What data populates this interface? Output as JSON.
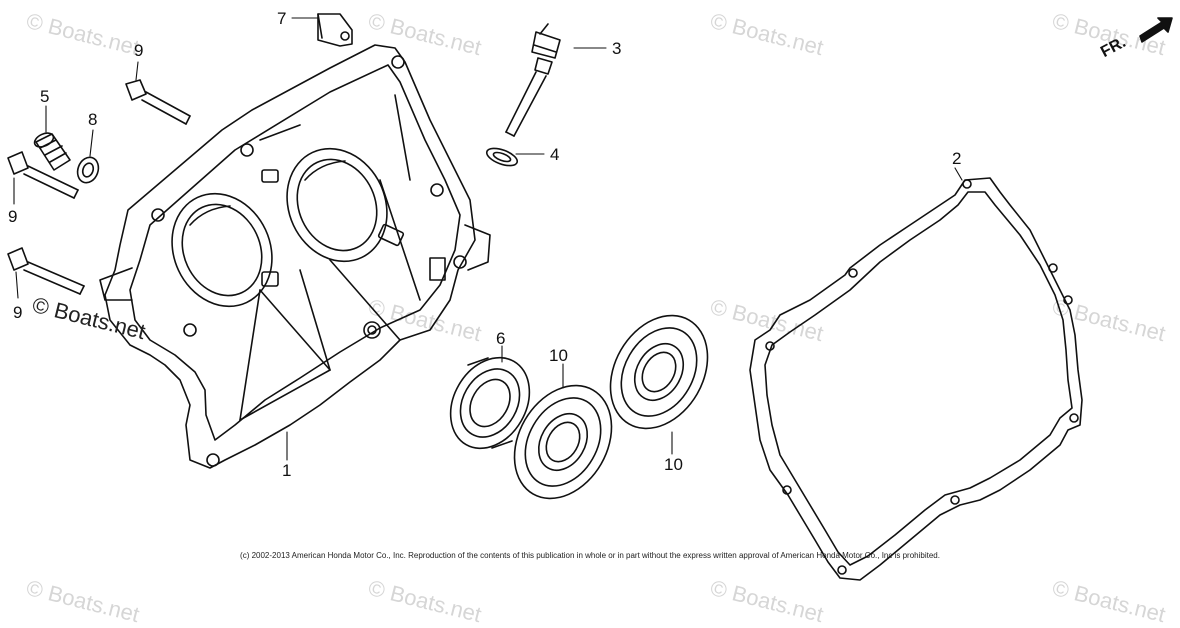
{
  "watermark": "© Boats.net",
  "direction_label": "FR.",
  "copyright": "(c) 2002-2013 American Honda Motor Co., Inc. Reproduction of the contents of this publication in whole or in part without the express written approval of American Honda Motor Co., Inc is prohibited.",
  "callouts": {
    "c1": "1",
    "c2": "2",
    "c3": "3",
    "c4": "4",
    "c5": "5",
    "c6": "6",
    "c7": "7",
    "c8": "8",
    "c9a": "9",
    "c9b": "9",
    "c9c": "9",
    "c10a": "10",
    "c10b": "10"
  }
}
